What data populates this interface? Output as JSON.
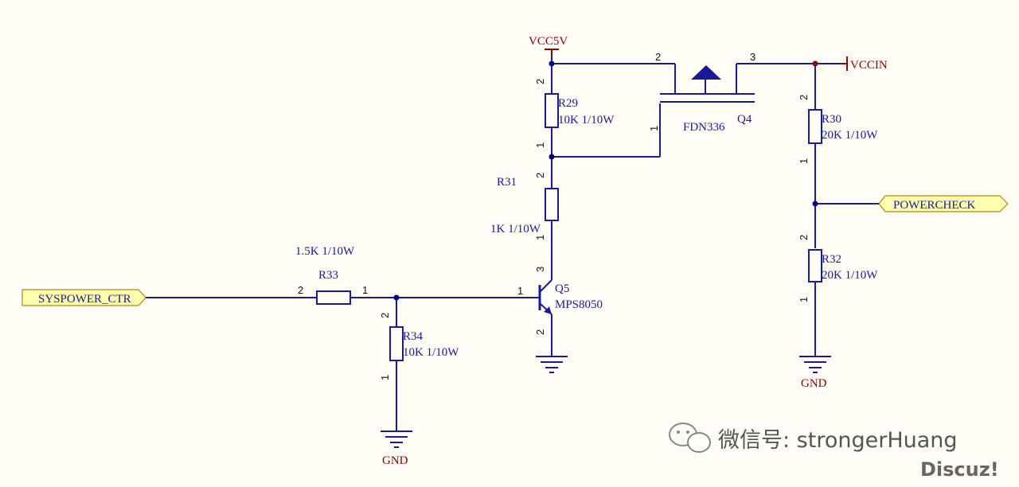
{
  "power": {
    "vcc5v": "VCC5V",
    "vccin": "VCCIN",
    "gnd": "GND"
  },
  "ports": {
    "syspower_ctr": "SYSPOWER_CTR",
    "powercheck": "POWERCHECK"
  },
  "components": {
    "r29": {
      "ref": "R29",
      "value": "10K 1/10W"
    },
    "r30": {
      "ref": "R30",
      "value": "20K  1/10W"
    },
    "r31": {
      "ref": "R31",
      "value": "1K 1/10W"
    },
    "r32": {
      "ref": "R32",
      "value": "20K  1/10W"
    },
    "r33": {
      "ref": "R33",
      "value": "1.5K 1/10W"
    },
    "r34": {
      "ref": "R34",
      "value": "10K 1/10W"
    },
    "q4": {
      "ref": "Q4",
      "part": "FDN336"
    },
    "q5": {
      "ref": "Q5",
      "part": "MPS8050"
    }
  },
  "pins": {
    "p1": "1",
    "p2": "2",
    "p3": "3"
  },
  "watermark": {
    "wechat": "微信号: strongerHuang",
    "discuz": "Discuz!"
  },
  "colors": {
    "wire": "#1a1a99",
    "power": "#8b0000",
    "port_fill": "#ffffb0",
    "junction": "#000080"
  }
}
